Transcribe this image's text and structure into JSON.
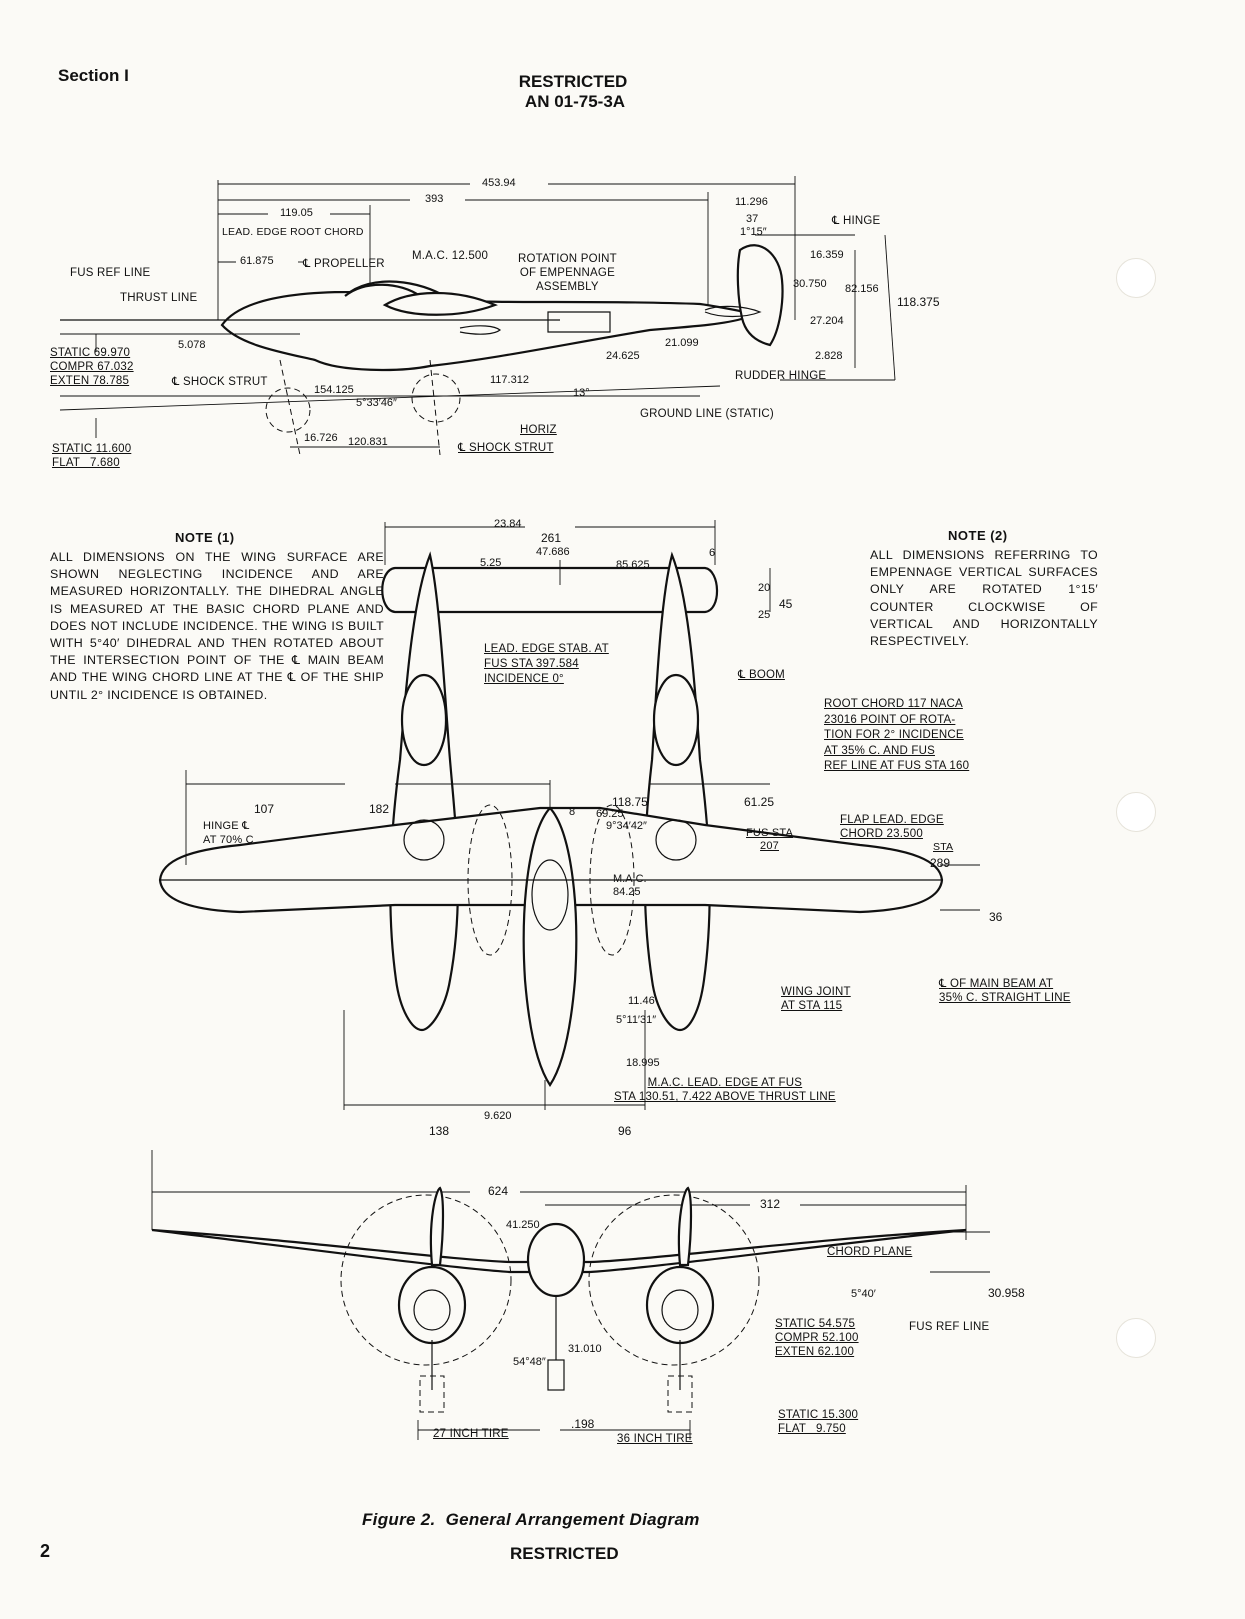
{
  "header": {
    "section": "Section I",
    "classification": "RESTRICTED",
    "doc_number": "AN 01-75-3A"
  },
  "notes": {
    "note1_title": "NOTE (1)",
    "note1_body": "All dimensions on the wing surface are shown neglecting incidence and are measured horizontally. The dihedral angle is measured at the basic chord plane and does not include incidence. The wing is built with 5°40′ dihedral and then rotated about the intersection point of the ℄ main beam and the wing chord line at the ℄ of the ship until 2° incidence is obtained.",
    "note2_title": "NOTE (2)",
    "note2_body": "All dimensions referring to empennage vertical surfaces only are rotated 1°15′ counter clockwise of vertical and horizontally respectively."
  },
  "side_view": {
    "dims": [
      "453.94",
      "393",
      "119.05",
      "11.296",
      "37",
      "1°15″",
      "61.875",
      "M.A.C. 12.500",
      "5.078",
      "21.099",
      "24.625",
      "117.312",
      "13°",
      "154.125",
      "5°33′46″",
      "16.726",
      "120.831",
      "16.359",
      "30.750",
      "82.156",
      "118.375",
      "27.204",
      "2.828"
    ],
    "labels": {
      "lead_edge_root_chord": "LEAD. EDGE ROOT CHORD",
      "propeller": "℄ PROPELLER",
      "rotation_point": "ROTATION POINT\nOF EMPENNAGE\nASSEMBLY",
      "hinge": "℄ HINGE",
      "fus_ref_line": "FUS REF LINE",
      "thrust_line": "THRUST LINE",
      "static": "STATIC 69.970",
      "compr": "COMPR 67.032",
      "exten": "EXTEN 78.785",
      "shock_strut_1": "℄ SHOCK STRUT",
      "rudder_hinge": "RUDDER HINGE",
      "horiz": "HORIZ",
      "ground_line": "GROUND LINE (STATIC)",
      "shock_strut_2": "℄ SHOCK STRUT",
      "static2": "STATIC 11.600",
      "flat": "FLAT   7.680"
    }
  },
  "plan_view": {
    "dims": [
      "23.84",
      "261",
      "47.686",
      "5.25",
      "85.625",
      "6",
      "20",
      "45",
      "25",
      "107",
      "182",
      "118.75",
      "8",
      "69.25",
      "9°34′42″",
      "61.25",
      "36",
      "M.A.C.",
      "84.25",
      "11.46",
      "5°11′31″",
      "18.995",
      "9.620",
      "138",
      "96",
      "289"
    ],
    "labels": {
      "lead_edge_stab": "LEAD. EDGE STAB. AT\nFUS STA 397.584\nINCIDENCE 0°",
      "boom": "℄ BOOM",
      "root_chord": "ROOT CHORD 117 NACA\n23016 POINT OF ROTA-\nTION FOR 2° INCIDENCE\nAT 35% C. AND FUS\nREF LINE AT FUS STA 160",
      "hinge_70": "HINGE ℄\nAT 70% C",
      "fus_sta": "FUS STA\n207",
      "flap": "FLAP LEAD. EDGE\nCHORD 23.500",
      "sta": "STA",
      "wing_joint": "WING JOINT\nAT STA 115",
      "main_beam": "℄ OF MAIN BEAM AT\n35% C. STRAIGHT LINE",
      "mac_lead": "M.A.C. LEAD. EDGE AT FUS\nSTA 130.51, 7.422 ABOVE THRUST LINE"
    }
  },
  "front_view": {
    "dims": [
      "624",
      "312",
      "41.250",
      "30.958",
      "5°40′",
      "31.010",
      "54°48″",
      ".198"
    ],
    "labels": {
      "chord_plane": "CHORD PLANE",
      "fus_ref_line": "FUS REF LINE",
      "static": "STATIC 54.575",
      "compr": "COMPR 52.100",
      "exten": "EXTEN 62.100",
      "static2": "STATIC 15.300",
      "flat": "FLAT   9.750",
      "tire27": "27 INCH TIRE",
      "tire36": "36 INCH TIRE"
    }
  },
  "caption": "Figure 2.  General Arrangement Diagram",
  "footer": {
    "page_number": "2",
    "classification": "RESTRICTED"
  }
}
